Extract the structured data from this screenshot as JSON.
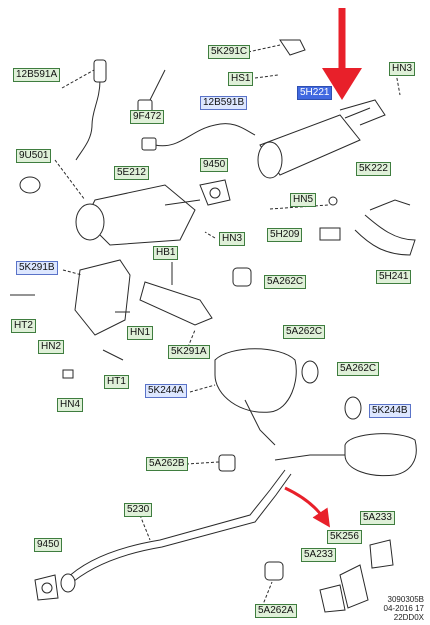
{
  "diagram": {
    "labels": [
      "12B591A",
      "5K291C",
      "HS1",
      "HN3",
      "9F472",
      "12B591B",
      "5H221",
      "9U501",
      "5E212",
      "9450",
      "5K222",
      "HN5",
      "5H209",
      "HN3",
      "5K291B",
      "HB1",
      "5A262C",
      "5H241",
      "HT2",
      "HN1",
      "5K291A",
      "HN2",
      "5A262C",
      "5A262C",
      "HT1",
      "5K244A",
      "HN4",
      "5K244B",
      "5A262B",
      "5230",
      "9450",
      "5K256",
      "5A233",
      "5A233",
      "5A262A"
    ],
    "footer": [
      "3090305B",
      "04-2016 17",
      "22DD0X"
    ]
  },
  "colors": {
    "arrow_red": "#e8202a",
    "label_green_fill": "#dff0d8",
    "label_green_border": "#3f7d3f",
    "label_blue_fill": "#dde7ff",
    "highlight_blue": "#4169e1",
    "line_art": "#2a2a2a"
  }
}
